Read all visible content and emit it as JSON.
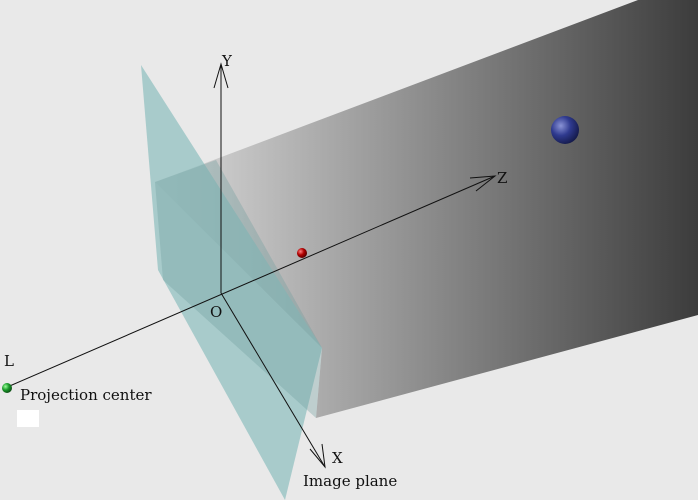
{
  "diagram": {
    "labels": {
      "x_axis": "X",
      "y_axis": "Y",
      "z_axis": "Z",
      "origin": "O",
      "projection_point": "L",
      "projection_center": "Projection center",
      "image_plane": "Image plane"
    },
    "colors": {
      "background": "#e9e9e9",
      "image_plane": "#8fbfbf",
      "frustum_near": "#dcdcdc",
      "frustum_far": "#3c3c3c",
      "world_point": "#2f3a8f",
      "projected_point": "#b00000",
      "projection_center_point": "#1a9a2a",
      "axis": "#111111"
    },
    "objects": [
      {
        "name": "world-point",
        "shape": "sphere"
      },
      {
        "name": "projected-point",
        "shape": "sphere"
      },
      {
        "name": "projection-center-point",
        "shape": "sphere"
      }
    ]
  }
}
